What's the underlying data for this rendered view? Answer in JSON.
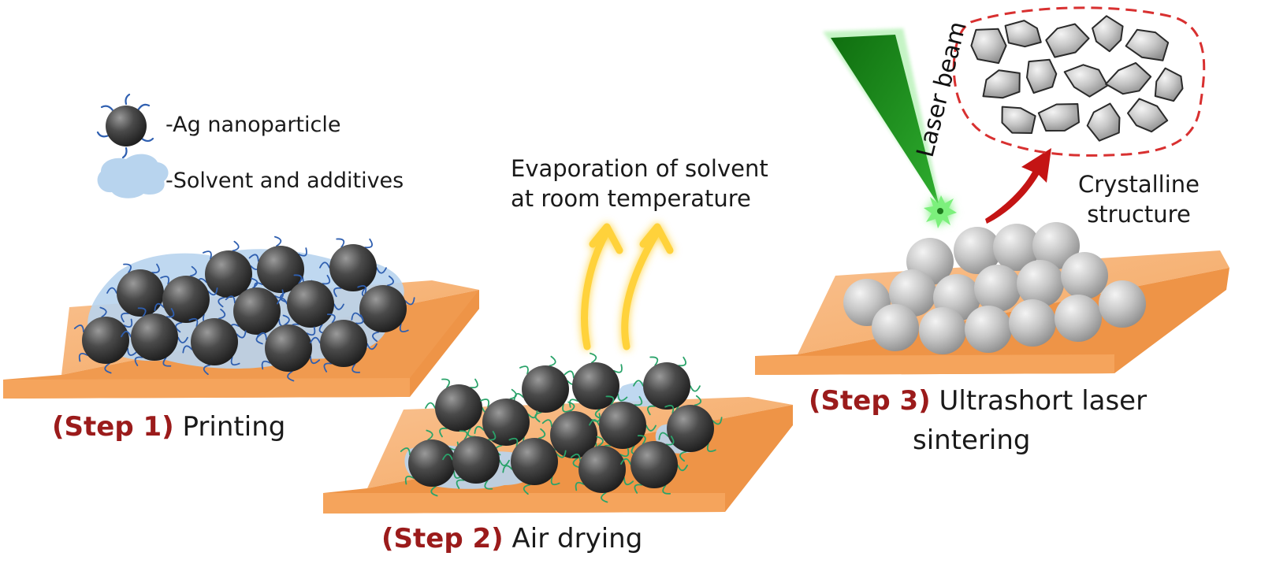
{
  "legend": {
    "nanoparticle_label": "-Ag nanoparticle",
    "solvent_label": "-Solvent and additives"
  },
  "step1": {
    "tag": "(Step 1)",
    "label": "Printing"
  },
  "step2": {
    "tag": "(Step 2)",
    "label": "Air drying",
    "note_line1": "Evaporation of solvent",
    "note_line2": "at room temperature"
  },
  "step3": {
    "tag": "(Step 3)",
    "label_line1": "Ultrashort laser",
    "label_line2": "sintering",
    "beam_label": "Laser beam",
    "crystal_line1": "Crystalline",
    "crystal_line2": "structure"
  },
  "colors": {
    "substrate_top": "#f7b37a",
    "substrate_front": "#f09a4f",
    "dark_particle": "#3a3a3a",
    "sintered_particle": "#c8c8c8",
    "solvent": "#b8d4ee",
    "step_tag": "#9b1b1b",
    "arrow_glow": "#ffd23a",
    "laser": "#1e8c1e",
    "red_arrow": "#c41414"
  }
}
